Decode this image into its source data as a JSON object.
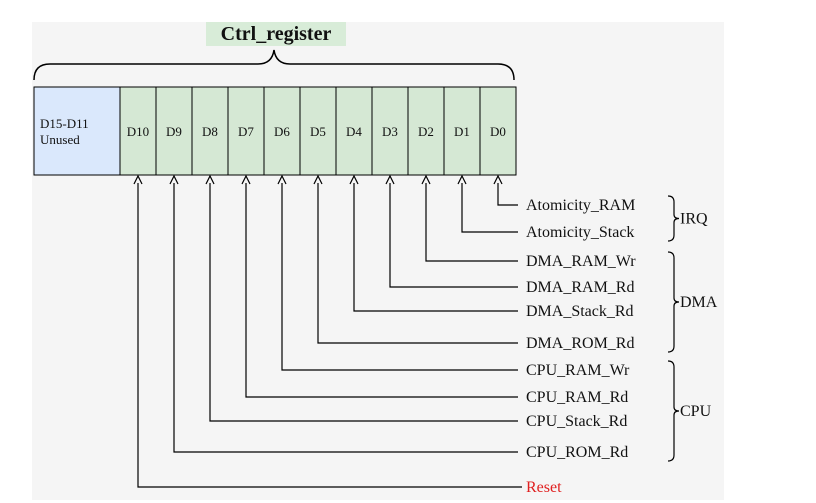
{
  "title": "Ctrl_register",
  "unused_cell": {
    "line1": "D15-D11",
    "line2": "Unused"
  },
  "bits": [
    "D10",
    "D9",
    "D8",
    "D7",
    "D6",
    "D5",
    "D4",
    "D3",
    "D2",
    "D1",
    "D0"
  ],
  "signals": [
    {
      "label": "Atomicity_RAM",
      "bit": "D0"
    },
    {
      "label": "Atomicity_Stack",
      "bit": "D1"
    },
    {
      "label": "DMA_RAM_Wr",
      "bit": "D2"
    },
    {
      "label": "DMA_RAM_Rd",
      "bit": "D3"
    },
    {
      "label": "DMA_Stack_Rd",
      "bit": "D4"
    },
    {
      "label": "DMA_ROM_Rd",
      "bit": "D5"
    },
    {
      "label": "CPU_RAM_Wr",
      "bit": "D6"
    },
    {
      "label": "CPU_RAM_Rd",
      "bit": "D7"
    },
    {
      "label": "CPU_Stack_Rd",
      "bit": "D8"
    },
    {
      "label": "CPU_ROM_Rd",
      "bit": "D9"
    },
    {
      "label": "Reset",
      "bit": "D10",
      "color": "#e02020"
    }
  ],
  "groups": [
    {
      "label": "IRQ",
      "signals": [
        "Atomicity_RAM",
        "Atomicity_Stack"
      ]
    },
    {
      "label": "DMA",
      "signals": [
        "DMA_RAM_Wr",
        "DMA_RAM_Rd",
        "DMA_Stack_Rd",
        "DMA_ROM_Rd"
      ]
    },
    {
      "label": "CPU",
      "signals": [
        "CPU_RAM_Wr",
        "CPU_RAM_Rd",
        "CPU_Stack_Rd",
        "CPU_ROM_Rd"
      ]
    }
  ],
  "colors": {
    "background": "#f5f5f5",
    "title_highlight": "#d8ecd8",
    "bit_fill": "#d5e8d4",
    "unused_fill": "#dae8fc",
    "stroke": "#000000",
    "reset": "#e02020"
  }
}
